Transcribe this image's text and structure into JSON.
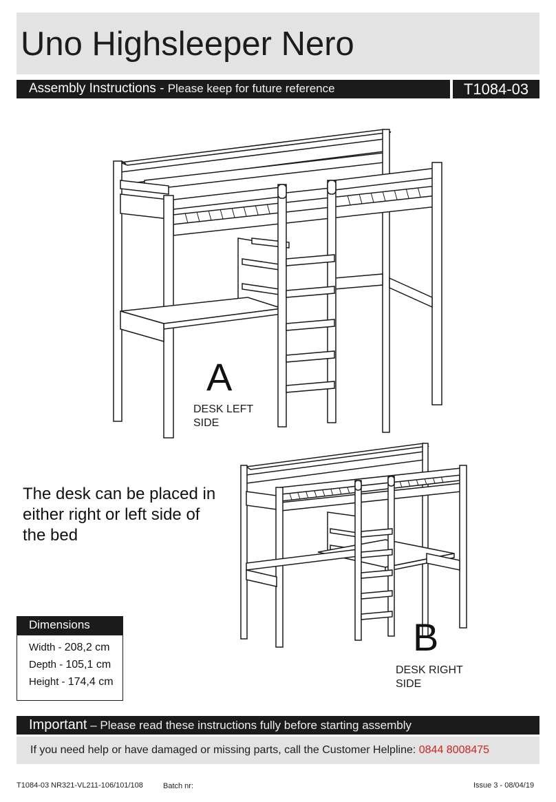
{
  "title": "Uno Highsleeper Nero",
  "header": {
    "label": "Assembly Instructions",
    "separator": " - ",
    "subtitle": "Please keep for future reference",
    "code": "T1084-03"
  },
  "illustration_a": {
    "letter": "A",
    "caption_line1": "DESK LEFT",
    "caption_line2": "SIDE"
  },
  "illustration_b": {
    "letter": "B",
    "caption_line1": "DESK RIGHT",
    "caption_line2": "SIDE"
  },
  "desk_note": "The desk can be placed in either right or left side of the bed",
  "dimensions": {
    "heading": "Dimensions",
    "rows": [
      {
        "label": "Width - ",
        "value": "208,2 cm"
      },
      {
        "label": "Depth - ",
        "value": "105,1 cm"
      },
      {
        "label": "Height - ",
        "value": "174,4 cm"
      }
    ]
  },
  "important": {
    "label": "Important",
    "text": " – Please read these instructions fully before starting assembly"
  },
  "help": {
    "text": "If you need help or have damaged or missing parts, call the ",
    "helpline_label": "Customer Helpline: ",
    "phone": "0844 8008475"
  },
  "footer": {
    "code": "T1084-03  NR321-VL211-106/101/108",
    "batch": "Batch nr:",
    "issue": "Issue 3 - 08/04/19"
  },
  "colors": {
    "dark_bar": "#1b1b1b",
    "light_band": "#e3e3e3",
    "phone_red": "#d32222"
  }
}
